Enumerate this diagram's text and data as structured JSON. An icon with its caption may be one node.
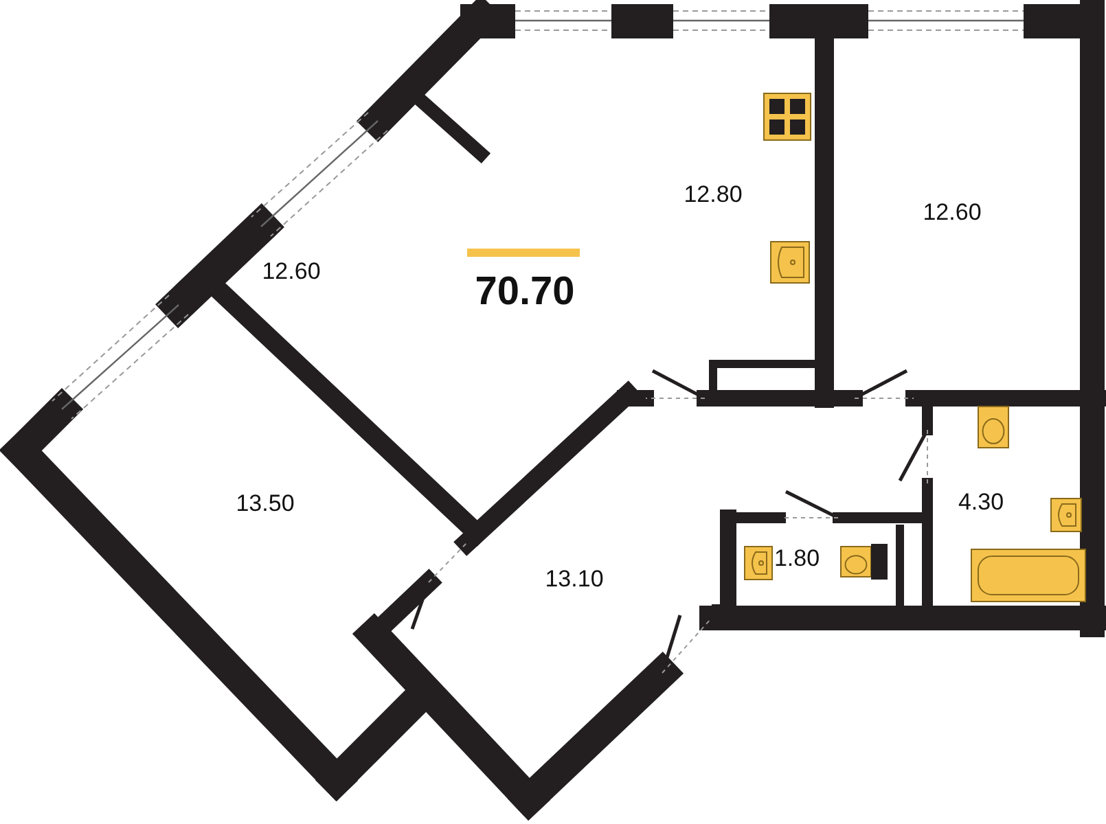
{
  "diagram": {
    "labels": [
      "12.80",
      "12.60",
      "12.60",
      "70.70",
      "13.50",
      "4.30",
      "1.80",
      "13.10"
    ]
  }
}
